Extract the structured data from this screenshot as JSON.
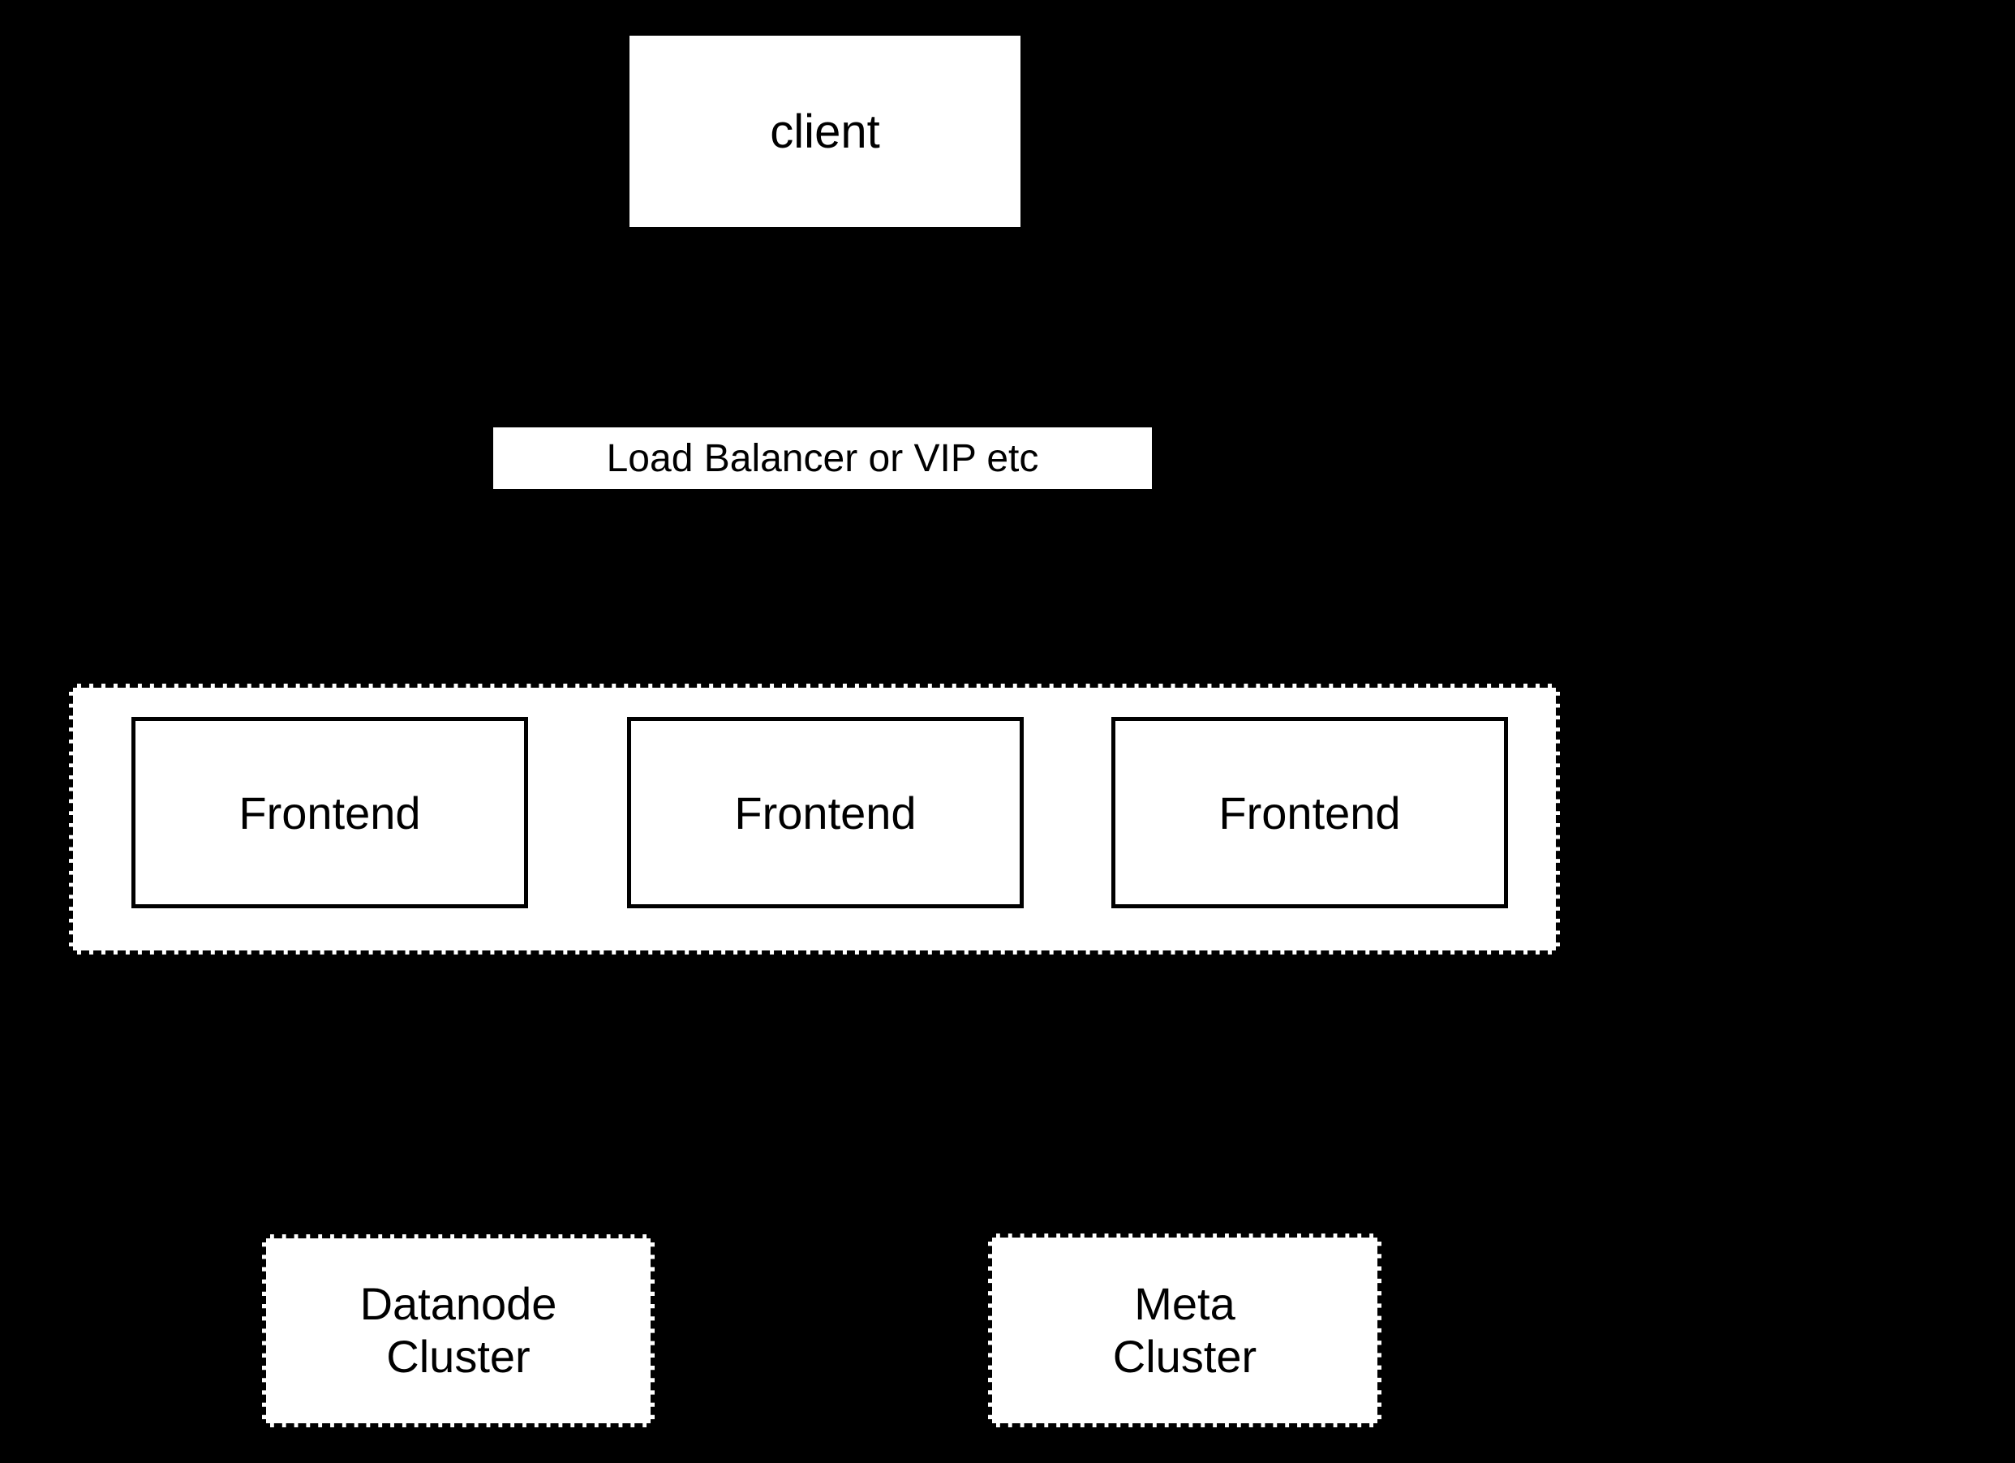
{
  "page": {
    "background_color": "#000000"
  },
  "diagram": {
    "type": "architecture-diagram",
    "colors": {
      "node_fill": "#ffffff",
      "node_text": "#000000",
      "node_border": "#000000",
      "background": "#000000"
    },
    "nodes": {
      "client": {
        "label": "client",
        "shape": "rectangle",
        "border": "none"
      },
      "load_balancer": {
        "label": "Load Balancer or VIP etc",
        "shape": "rectangle",
        "border": "none"
      },
      "frontend_group": {
        "shape": "rectangle",
        "border": "dashed",
        "frontends": [
          {
            "label": "Frontend",
            "border": "solid"
          },
          {
            "label": "Frontend",
            "border": "solid"
          },
          {
            "label": "Frontend",
            "border": "solid"
          }
        ]
      },
      "datanode_cluster": {
        "line1": "Datanode",
        "line2": "Cluster",
        "shape": "rectangle",
        "border": "dashed"
      },
      "meta_cluster": {
        "line1": "Meta",
        "line2": "Cluster",
        "shape": "rectangle",
        "border": "dashed"
      }
    }
  }
}
